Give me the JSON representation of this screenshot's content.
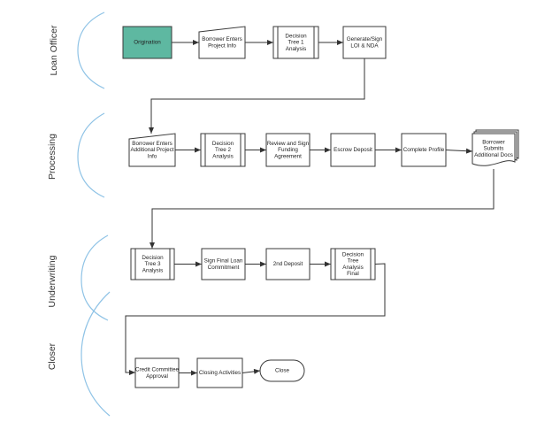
{
  "colors": {
    "start_fill": "#5eb8a1",
    "bracket": "#8fc3e6",
    "stroke": "#3a3a3a"
  },
  "lanes": [
    {
      "id": "loan_officer",
      "label": "Loan Officer"
    },
    {
      "id": "processing",
      "label": "Processing"
    },
    {
      "id": "underwriting",
      "label": "Underwriting"
    },
    {
      "id": "closer",
      "label": "Closer"
    }
  ],
  "steps": [
    {
      "id": "origination",
      "shape": "process-filled",
      "lines": [
        "Origination"
      ]
    },
    {
      "id": "borrower_enters_project_info",
      "shape": "manual-input",
      "lines": [
        "Borrower Enters",
        "Project Info"
      ]
    },
    {
      "id": "decision_tree_1",
      "shape": "predefined-process",
      "lines": [
        "Decision",
        "Tree 1",
        "Analysis"
      ]
    },
    {
      "id": "generate_sign_loi",
      "shape": "process",
      "lines": [
        "Generate/Sign",
        "LOI & NDA"
      ]
    },
    {
      "id": "borrower_enters_additional",
      "shape": "manual-input",
      "lines": [
        "Borrower Enters",
        "Additional Project",
        "Info"
      ]
    },
    {
      "id": "decision_tree_2",
      "shape": "predefined-process",
      "lines": [
        "Decision",
        "Tree 2",
        "Analysis"
      ]
    },
    {
      "id": "review_sign_funding",
      "shape": "process",
      "lines": [
        "Review and Sign",
        "Funding",
        "Agreement"
      ]
    },
    {
      "id": "escrow_deposit",
      "shape": "process",
      "lines": [
        "Escrow Deposit"
      ]
    },
    {
      "id": "complete_profile",
      "shape": "process",
      "lines": [
        "Complete Profile"
      ]
    },
    {
      "id": "borrower_submits_docs",
      "shape": "multi-document",
      "lines": [
        "Borrower",
        "Submits",
        "Additional Docs"
      ]
    },
    {
      "id": "decision_tree_3",
      "shape": "predefined-process",
      "lines": [
        "Decision",
        "Tree 3",
        "Analysis"
      ]
    },
    {
      "id": "sign_final_loan",
      "shape": "process",
      "lines": [
        "Sign Final Loan",
        "Commitment"
      ]
    },
    {
      "id": "second_deposit",
      "shape": "process",
      "lines": [
        "2nd Deposit"
      ]
    },
    {
      "id": "decision_tree_final",
      "shape": "predefined-process",
      "lines": [
        "Decision",
        "Tree",
        "Analysis",
        "Final"
      ]
    },
    {
      "id": "credit_committee",
      "shape": "process",
      "lines": [
        "Credit Committee",
        "Approval"
      ]
    },
    {
      "id": "closing_activities",
      "shape": "process",
      "lines": [
        "Closing Activities"
      ]
    },
    {
      "id": "close",
      "shape": "terminator",
      "lines": [
        "Close"
      ]
    }
  ],
  "connections": [
    [
      "origination",
      "borrower_enters_project_info"
    ],
    [
      "borrower_enters_project_info",
      "decision_tree_1"
    ],
    [
      "decision_tree_1",
      "generate_sign_loi"
    ],
    [
      "generate_sign_loi",
      "borrower_enters_additional"
    ],
    [
      "borrower_enters_additional",
      "decision_tree_2"
    ],
    [
      "decision_tree_2",
      "review_sign_funding"
    ],
    [
      "review_sign_funding",
      "escrow_deposit"
    ],
    [
      "escrow_deposit",
      "complete_profile"
    ],
    [
      "complete_profile",
      "borrower_submits_docs"
    ],
    [
      "borrower_submits_docs",
      "decision_tree_3"
    ],
    [
      "decision_tree_3",
      "sign_final_loan"
    ],
    [
      "sign_final_loan",
      "second_deposit"
    ],
    [
      "second_deposit",
      "decision_tree_final"
    ],
    [
      "decision_tree_final",
      "credit_committee"
    ],
    [
      "credit_committee",
      "closing_activities"
    ],
    [
      "closing_activities",
      "close"
    ]
  ]
}
